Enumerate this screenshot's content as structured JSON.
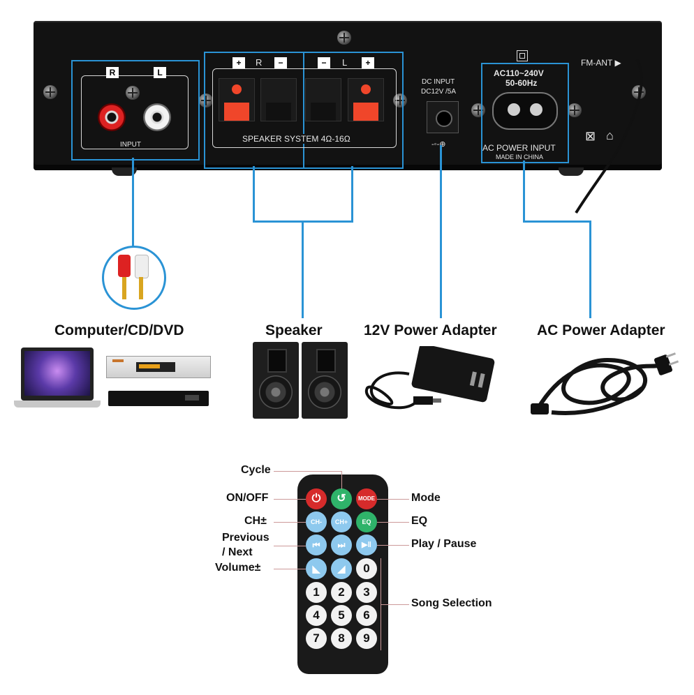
{
  "panel": {
    "input_r": "R",
    "input_l": "L",
    "input_label": "INPUT",
    "speaker_plus_r": "+",
    "speaker_r": "R",
    "speaker_minus_r": "−",
    "speaker_minus_l": "−",
    "speaker_l": "L",
    "speaker_plus_l": "+",
    "speaker_system": "SPEAKER SYSTEM 4Ω-16Ω",
    "dc_input": "DC INPUT",
    "dc_spec": "DC12V /5A",
    "ac_range": "AC110~240V",
    "ac_freq": "50-60Hz",
    "ac_label": "AC POWER INPUT",
    "made_in": "MADE IN CHINA",
    "fm_ant": "FM-ANT ▶"
  },
  "devices": {
    "computer_title": "Computer/CD/DVD",
    "speaker_title": "Speaker",
    "adapter12_title": "12V Power Adapter",
    "ac_adapter_title": "AC Power Adapter"
  },
  "remote": {
    "left_labels": [
      "Cycle",
      "ON/OFF",
      "CH±",
      "Previous\n/ Next",
      "Volume±"
    ],
    "right_labels": [
      "Mode",
      "EQ",
      "Play / Pause",
      "Song Selection"
    ],
    "buttons": {
      "power": "⏻",
      "cycle": "↺",
      "mode": "MODE",
      "ch_minus": "CH-",
      "ch_plus": "CH+",
      "eq": "EQ",
      "prev": "⏮",
      "next": "⏭",
      "play": "▶‖",
      "vol_down": "◣",
      "vol_up": "◢",
      "digits": [
        "0",
        "1",
        "2",
        "3",
        "4",
        "5",
        "6",
        "7",
        "8",
        "9"
      ]
    }
  },
  "colors": {
    "accent": "#2a93d5",
    "power_red": "#d62b2b",
    "eq_green": "#2fb36a"
  }
}
